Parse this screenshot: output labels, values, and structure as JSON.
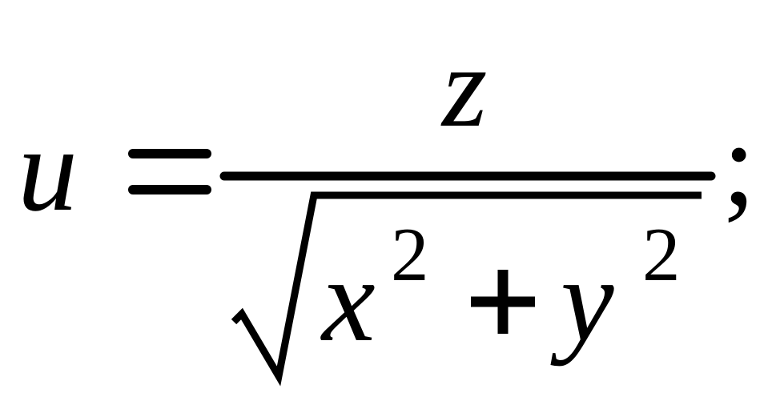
{
  "formula": {
    "lhs": "u",
    "equals": "=",
    "numerator": "z",
    "radicand": {
      "term1": "x",
      "exp1": "2",
      "operator": "+",
      "term2": "y",
      "exp2": "2"
    },
    "terminator": ";"
  }
}
